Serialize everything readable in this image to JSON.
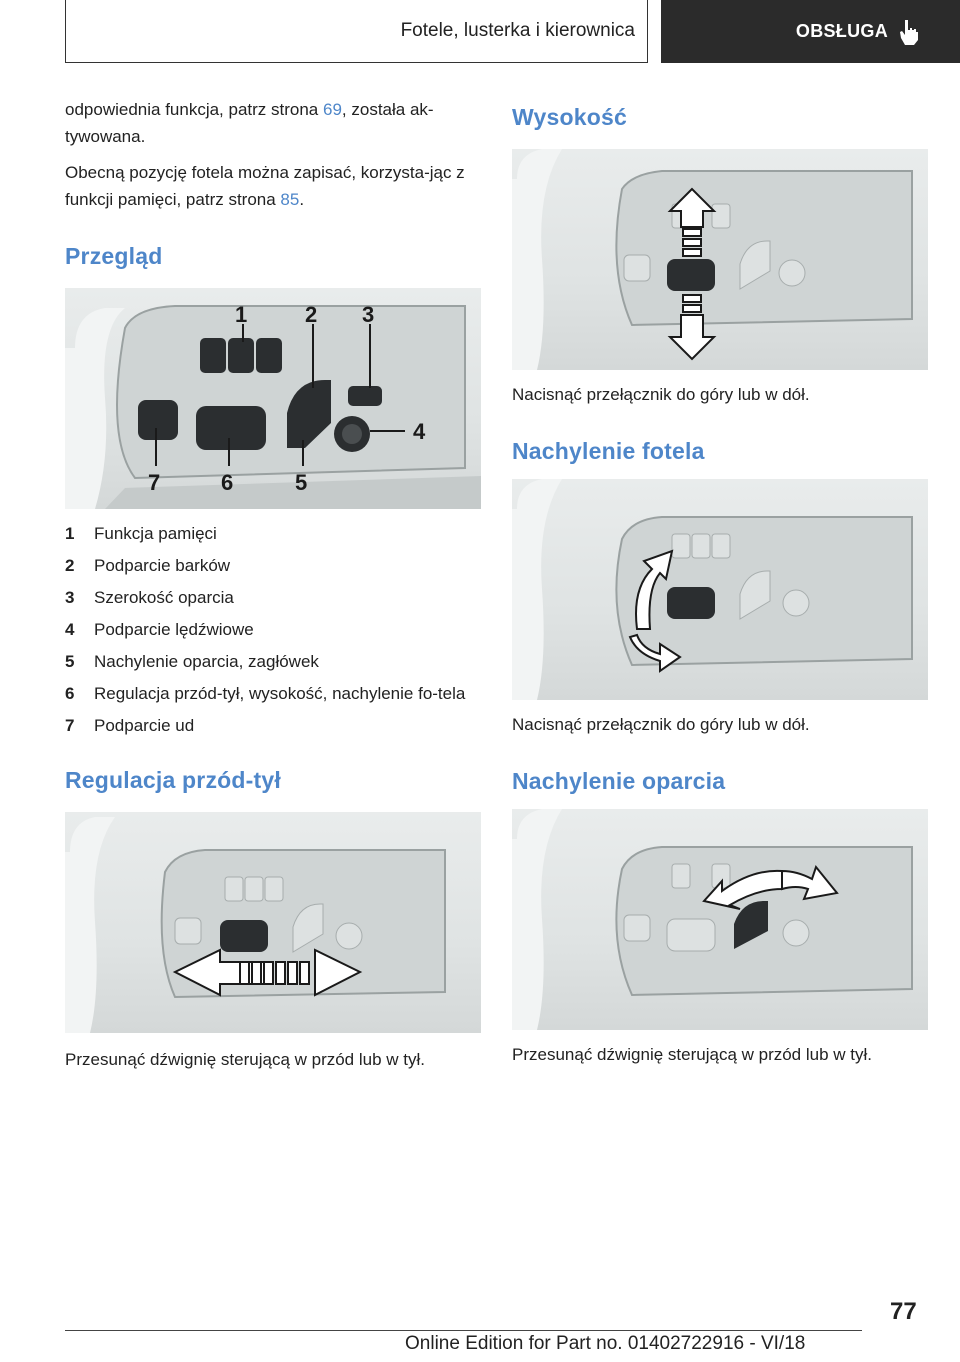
{
  "header": {
    "section_title": "Fotele, lusterka i kierownica",
    "chapter": "OBSŁUGA",
    "hand_icon": "pointing-hand-icon"
  },
  "left": {
    "intro_1": {
      "before": "odpowiednia funkcja, patrz strona ",
      "link": "69",
      "after": ", została ak-tywowana."
    },
    "intro_2": {
      "before": "Obecną pozycję fotela można zapisać, korzysta-jąc z funkcji pamięci, patrz strona ",
      "link": "85",
      "after": "."
    },
    "overview_heading": "Przegląd",
    "overview_callouts": [
      "1",
      "2",
      "3",
      "4",
      "5",
      "6",
      "7"
    ],
    "legend": [
      {
        "num": "1",
        "text": "Funkcja pamięci"
      },
      {
        "num": "2",
        "text": "Podparcie barków"
      },
      {
        "num": "3",
        "text": "Szerokość oparcia"
      },
      {
        "num": "4",
        "text": "Podparcie lędźwiowe"
      },
      {
        "num": "5",
        "text": "Nachylenie oparcia, zagłówek"
      },
      {
        "num": "6",
        "text": "Regulacja przód-tył, wysokość, nachylenie fo-tela"
      },
      {
        "num": "7",
        "text": "Podparcie ud"
      }
    ],
    "fore_aft_heading": "Regulacja przód-tył",
    "fore_aft_caption": "Przesunąć dźwignię sterującą w przód lub w tył."
  },
  "right": {
    "height_heading": "Wysokość",
    "height_caption": "Nacisnąć przełącznik do góry lub w dół.",
    "tilt_heading": "Nachylenie fotela",
    "tilt_caption": "Nacisnąć przełącznik do góry lub w dół.",
    "backrest_heading": "Nachylenie oparcia",
    "backrest_caption": "Przesunąć dźwignię sterującą w przód lub w tył."
  },
  "footer": {
    "page_number": "77",
    "edition": "Online Edition for Part no. 01402722916 - VI/18"
  }
}
